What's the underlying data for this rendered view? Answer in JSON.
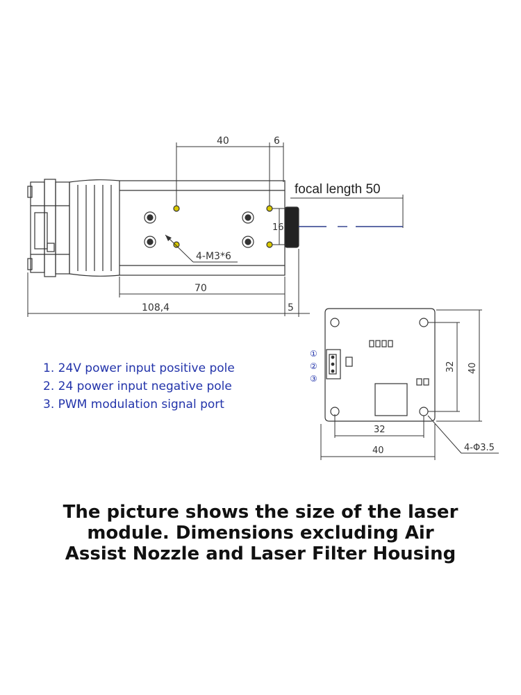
{
  "side_view": {
    "dim_40": "40",
    "dim_6": "6",
    "dim_16": "16",
    "dim_70": "70",
    "dim_108_4": "108,4",
    "dim_5": "5",
    "screw_label": "4-M3*6",
    "focal_label": "focal length 50"
  },
  "board_view": {
    "dim_32_horizontal": "32",
    "dim_40_horizontal": "40",
    "dim_32_vertical": "32",
    "dim_40_vertical": "40",
    "hole_label": "4-Φ3.5",
    "pin_1": "①",
    "pin_2": "②",
    "pin_3": "③"
  },
  "legend": {
    "items": [
      "1. 24V power input positive pole",
      "2. 24 power input negative pole",
      "3. PWM modulation signal port"
    ]
  },
  "caption": {
    "lines": [
      "The picture shows the size of the laser",
      "module. Dimensions excluding Air",
      "Assist Nozzle and Laser Filter Housing"
    ]
  },
  "colors": {
    "legend_text": "#2233aa",
    "line": "#333333",
    "hole_accent": "#b8a000",
    "focal_line": "#2a3a8a"
  }
}
